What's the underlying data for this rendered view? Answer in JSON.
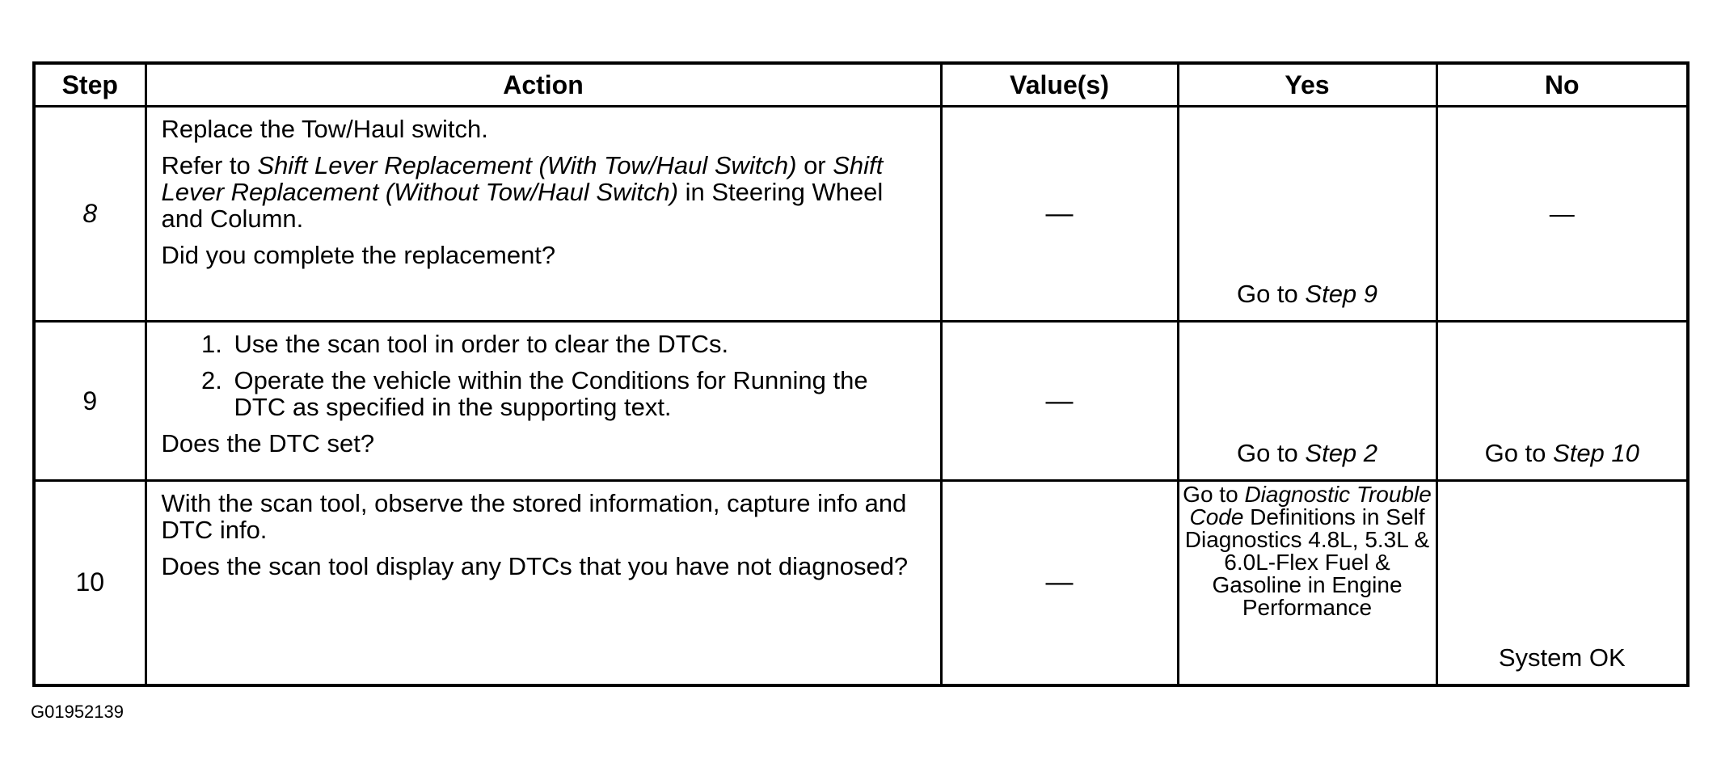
{
  "table": {
    "headers": {
      "step": "Step",
      "action": "Action",
      "values": "Value(s)",
      "yes": "Yes",
      "no": "No"
    },
    "rows": [
      {
        "step": "8",
        "action": {
          "p1": "Replace the Tow/Haul switch.",
          "p2_prefix": "Refer to ",
          "p2_link1": "Shift Lever Replacement (With Tow/Haul Switch)",
          "p2_mid": " or ",
          "p2_link2": "Shift Lever Replacement (Without Tow/Haul Switch)",
          "p2_suffix": " in Steering Wheel and Column.",
          "question": "Did you complete the replacement?"
        },
        "values": "—",
        "yes_prefix": "Go to ",
        "yes_link": "Step 9",
        "no": "—"
      },
      {
        "step": "9",
        "action": {
          "items": [
            "Use the scan tool in order to clear the DTCs.",
            "Operate the vehicle within the Conditions for Running the DTC as specified in the supporting text."
          ],
          "question": "Does the DTC set?"
        },
        "values": "—",
        "yes_prefix": "Go to ",
        "yes_link": "Step 2",
        "no_prefix": "Go to ",
        "no_link": "Step 10"
      },
      {
        "step": "10",
        "action": {
          "p1": "With the scan tool, observe the stored information, capture info and DTC info.",
          "question": "Does the scan tool display any DTCs that you have not diagnosed?"
        },
        "values": "—",
        "yes_prefix": "Go to ",
        "yes_link": "Diagnostic Trouble Code",
        "yes_suffix": " Definitions in Self Diagnostics 4.8L, 5.3L & 6.0L-Flex Fuel & Gasoline in Engine Performance",
        "no": "System OK"
      }
    ]
  },
  "figure_code": "G01952139"
}
